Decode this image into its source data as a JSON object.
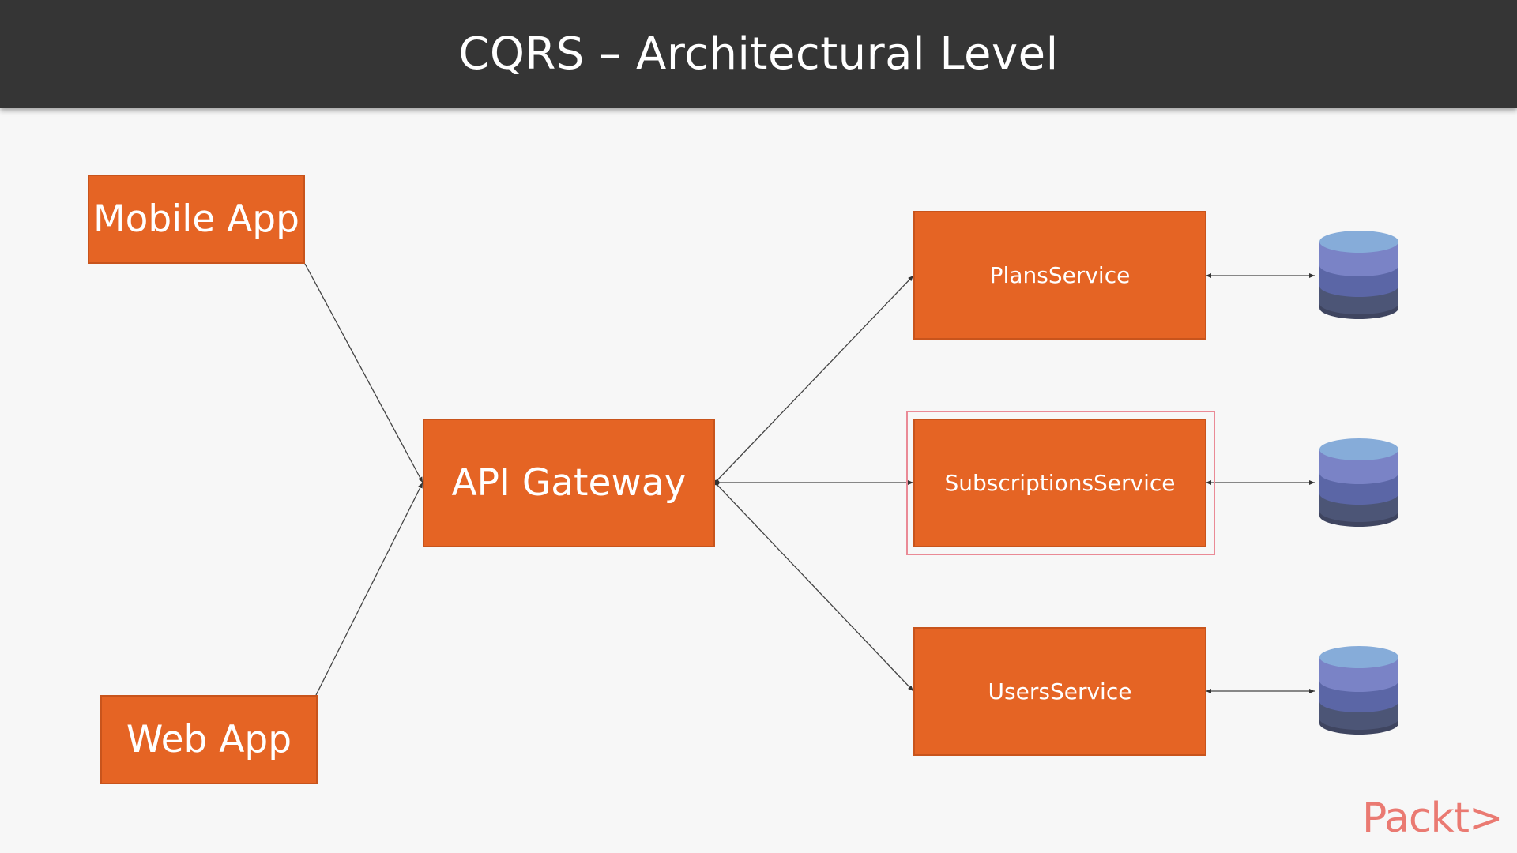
{
  "title": "CQRS – Architectural Level",
  "nodes": {
    "mobile_app": "Mobile App",
    "web_app": "Web App",
    "api_gateway": "API Gateway",
    "plans_service": "PlansService",
    "subscriptions_service": "SubscriptionsService",
    "users_service": "UsersService"
  },
  "databases": [
    {
      "icon": "database-icon",
      "linked_to": "PlansService"
    },
    {
      "icon": "database-icon",
      "linked_to": "SubscriptionsService"
    },
    {
      "icon": "database-icon",
      "linked_to": "UsersService"
    }
  ],
  "edges": [
    {
      "from": "Mobile App",
      "to": "API Gateway",
      "type": "arrow"
    },
    {
      "from": "Web App",
      "to": "API Gateway",
      "type": "arrow"
    },
    {
      "from": "API Gateway",
      "to": "PlansService",
      "type": "arrow"
    },
    {
      "from": "API Gateway",
      "to": "SubscriptionsService",
      "type": "arrow"
    },
    {
      "from": "API Gateway",
      "to": "UsersService",
      "type": "arrow"
    },
    {
      "from": "PlansService",
      "to": "database",
      "type": "bidirectional"
    },
    {
      "from": "SubscriptionsService",
      "to": "database",
      "type": "bidirectional"
    },
    {
      "from": "UsersService",
      "to": "database",
      "type": "bidirectional"
    }
  ],
  "selected_node": "SubscriptionsService",
  "logo": "Packt>",
  "colors": {
    "title_bar": "#353535",
    "node_fill": "#e56424",
    "background": "#f7f7f7",
    "selection_border": "#ea8a96",
    "logo": "#ea7a72"
  }
}
